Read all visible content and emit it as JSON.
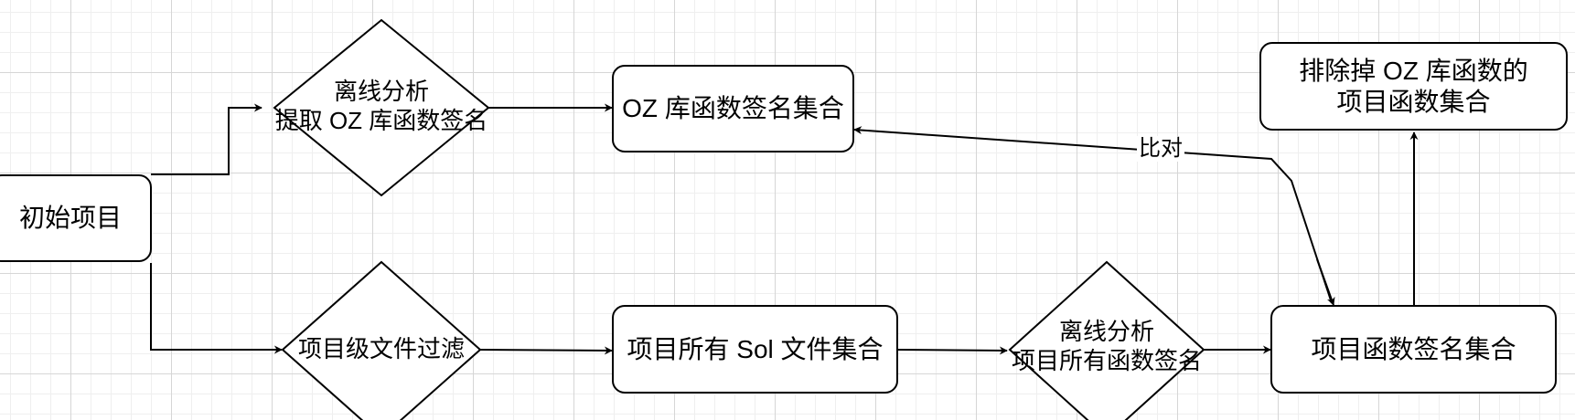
{
  "nodes": {
    "initial_project": "初始项目",
    "offline_analysis_oz": {
      "line1": "离线分析",
      "line2": "提取 OZ 库函数签名"
    },
    "oz_signature_set": "OZ 库函数签名集合",
    "project_file_filter": "项目级文件过滤",
    "sol_file_set": "项目所有 Sol 文件集合",
    "offline_analysis_project": {
      "line1": "离线分析",
      "line2": "项目所有函数签名"
    },
    "project_signature_set": "项目函数签名集合",
    "result_set": {
      "line1": "排除掉 OZ 库函数的",
      "line2": "项目函数集合"
    }
  },
  "edges": {
    "compare_label": "比对"
  },
  "colors": {
    "stroke": "#000000",
    "background": "#ffffff",
    "grid_major": "#d6d6d6",
    "grid_minor": "#efefef"
  }
}
